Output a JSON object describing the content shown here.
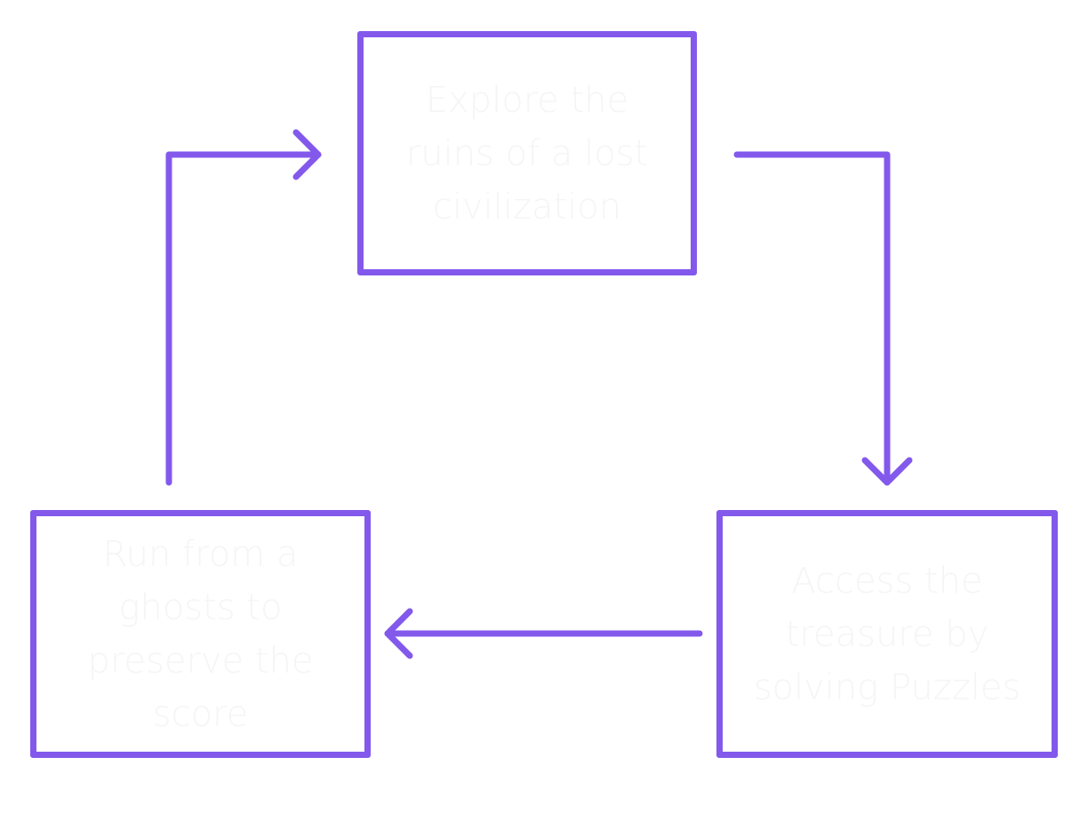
{
  "diagram": {
    "nodes": {
      "top": {
        "label": "Explore the ruins of a lost civilization"
      },
      "right": {
        "label": "Access the treasure by solving Puzzles"
      },
      "left": {
        "label": "Run from a ghosts to preserve the score"
      }
    },
    "colors": {
      "stroke": "#8359ec",
      "text": "#f5f5f7",
      "background": "#ffffff"
    },
    "edges": [
      {
        "from": "top",
        "to": "right"
      },
      {
        "from": "right",
        "to": "left"
      },
      {
        "from": "left",
        "to": "top"
      }
    ]
  }
}
